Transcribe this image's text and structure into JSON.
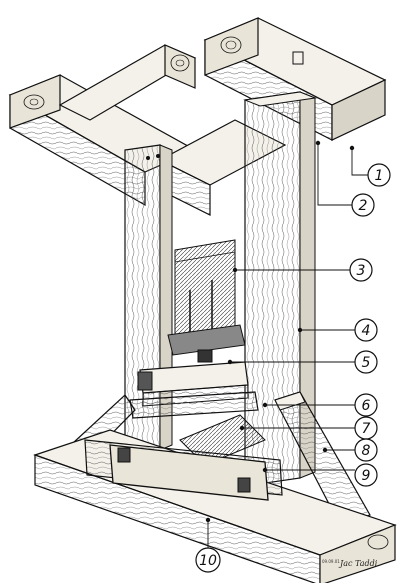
{
  "callouts": [
    {
      "label": "1"
    },
    {
      "label": "2"
    },
    {
      "label": "3"
    },
    {
      "label": "4"
    },
    {
      "label": "5"
    },
    {
      "label": "6"
    },
    {
      "label": "7"
    },
    {
      "label": "8"
    },
    {
      "label": "9"
    },
    {
      "label": "10"
    }
  ],
  "signature": {
    "name": "Jac Taddi",
    "date": "09.09.01"
  },
  "colors": {
    "ink": "#111111",
    "wood_light": "#f4f1ea",
    "wood_shade": "#d9d4c8",
    "paper": "#ffffff"
  }
}
